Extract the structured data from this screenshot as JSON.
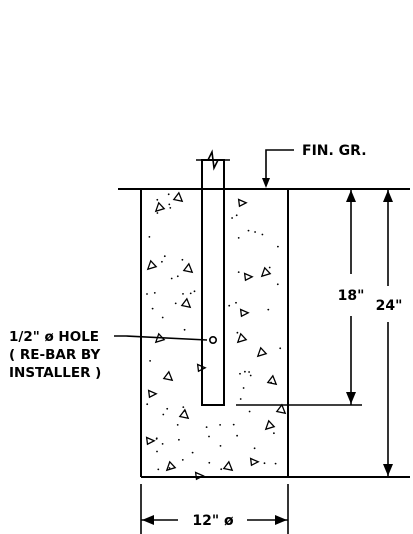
{
  "labels": {
    "finish_grade": "FIN. GR.",
    "embed_depth": "18\"",
    "footing_depth": "24\"",
    "footing_diameter": "12\" ø",
    "hole_line1": "1/2\" ø HOLE",
    "hole_line2": "( RE-BAR BY",
    "hole_line3": "INSTALLER )"
  }
}
